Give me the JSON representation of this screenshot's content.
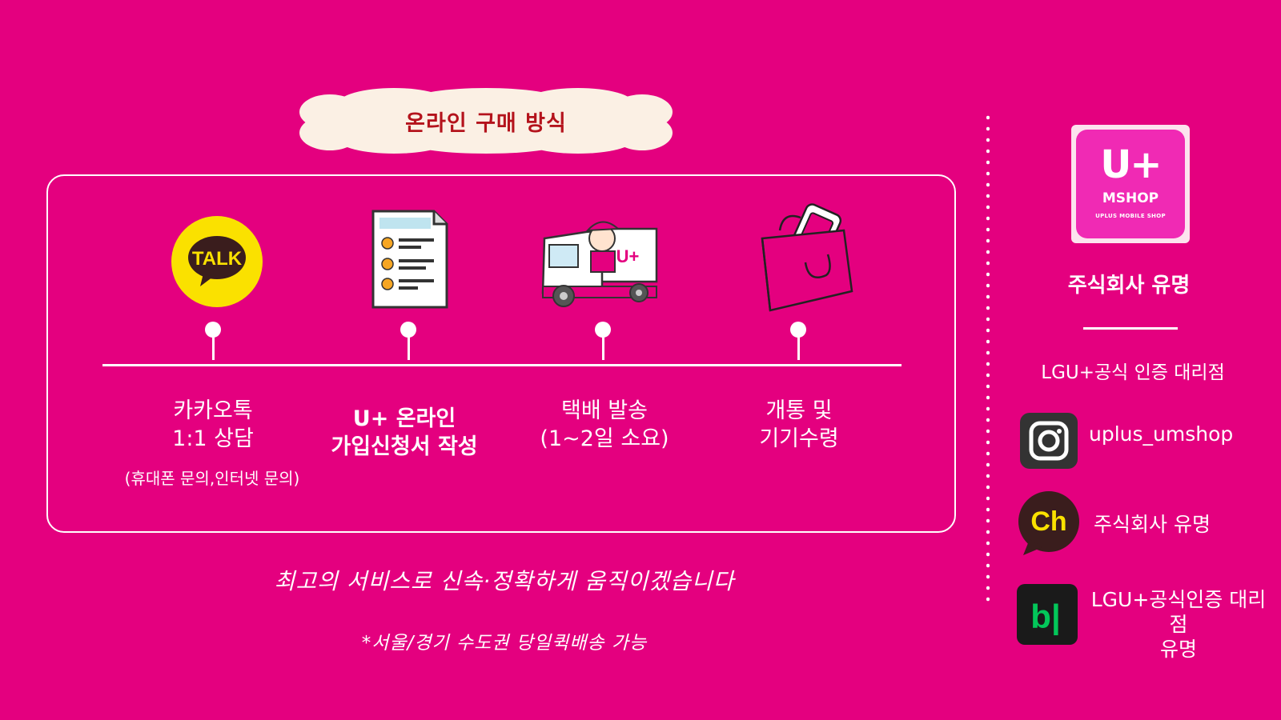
{
  "title": "온라인 구매 방식",
  "steps": [
    {
      "label_line1": "카카오톡",
      "label_line2": "1:1 상담",
      "note": "(휴대폰 문의,인터넷 문의)",
      "icon": "kakaotalk-icon",
      "icon_text": "TALK"
    },
    {
      "label_line1": "U+ 온라인",
      "label_line2": "가입신청서 작성",
      "icon": "checklist-icon"
    },
    {
      "label_line1": "택배 발송",
      "label_line2": "(1~2일 소요)",
      "icon": "delivery-truck-icon",
      "icon_text": "U+"
    },
    {
      "label_line1": "개통 및",
      "label_line2": "기기수령",
      "icon": "shopping-bag-icon"
    }
  ],
  "slogan": "최고의 서비스로 신속·정확하게 움직이겠습니다",
  "delivery_note": "*서울/경기 수도권 당일퀵배송 가능",
  "sidebar": {
    "logo": {
      "main": "U+",
      "name": "MSHOP",
      "sub": "UPLUS MOBILE SHOP"
    },
    "company_name": "주식회사 유명",
    "certified": "LGU+공식 인증 대리점",
    "links": [
      {
        "icon": "instagram-icon",
        "text": "uplus_umshop"
      },
      {
        "icon": "kakao-channel-icon",
        "icon_text": "Ch",
        "text": "주식회사 유명"
      },
      {
        "icon": "blog-icon",
        "icon_text": "b|",
        "text_line1": "LGU+공식인증 대리점",
        "text_line2": "유명"
      }
    ]
  },
  "colors": {
    "background": "#E4007F",
    "cloud": "#FBF0E4",
    "cloud_text": "#B4131C",
    "kakao_yellow": "#FAE100",
    "blog_green": "#03C75A"
  }
}
